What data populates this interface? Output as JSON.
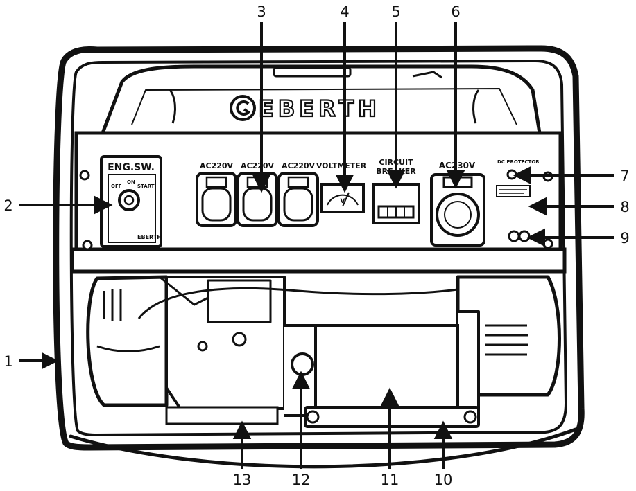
{
  "brand": {
    "name": "EBERTH"
  },
  "panel": {
    "eng_switch_title": "ENG.SW.",
    "switch_off": "OFF",
    "switch_on": "ON",
    "switch_start": "START",
    "switch_brand": "EBERTH",
    "outlet_labels": [
      "AC220V",
      "AC220V",
      "AC220V"
    ],
    "voltmeter_label": "VOLTMETER",
    "voltmeter_unit": "V",
    "breaker_label_1": "CIRCUIT",
    "breaker_label_2": "BREAKER",
    "big_outlet_label": "AC230V",
    "dc_protector_label": "DC PROTECTOR"
  },
  "callouts": [
    {
      "number": "1"
    },
    {
      "number": "2"
    },
    {
      "number": "3"
    },
    {
      "number": "4"
    },
    {
      "number": "5"
    },
    {
      "number": "6"
    },
    {
      "number": "7"
    },
    {
      "number": "8"
    },
    {
      "number": "9"
    },
    {
      "number": "10"
    },
    {
      "number": "11"
    },
    {
      "number": "12"
    },
    {
      "number": "13"
    }
  ]
}
